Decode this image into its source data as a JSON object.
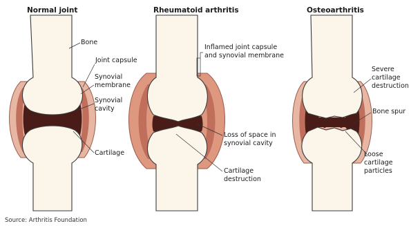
{
  "titles": {
    "normal": "Normal joint",
    "rheumatoid": "Rheumatoid arthritis",
    "osteo": "Osteoarthritis"
  },
  "normal_labels": {
    "bone": "Bone",
    "joint_capsule": "Joint capsule",
    "synovial_membrane_1": "Synovial",
    "synovial_membrane_2": "membrane",
    "synovial_cavity_1": "Synovial",
    "synovial_cavity_2": "cavity",
    "cartilage": "Cartilage"
  },
  "rheumatoid_labels": {
    "inflamed_1": "Inflamed joint capsule",
    "inflamed_2": "and synovial membrane",
    "loss_space_1": "Loss of space in",
    "loss_space_2": "synovial cavity",
    "cartilage_destruction_1": "Cartilage",
    "cartilage_destruction_2": "destruction"
  },
  "osteo_labels": {
    "severe_1": "Severe",
    "severe_2": "cartilage",
    "severe_3": "destruction",
    "bone_spur": "Bone spur",
    "loose_1": "Loose",
    "loose_2": "cartilage",
    "loose_3": "particles"
  },
  "source": "Source: Arthritis Foundation",
  "colors": {
    "bone_fill": "#fbf5ea",
    "bone_stroke": "#3a3a3a",
    "capsule_fill": "#e8b7a4",
    "capsule_fill_inflamed": "#df9880",
    "membrane": "#c06f5d",
    "cavity": "#4a1c18"
  }
}
